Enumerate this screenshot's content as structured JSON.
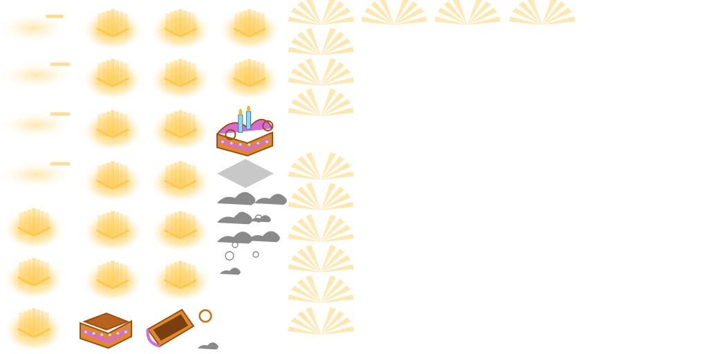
{
  "sheet": {
    "background": "#ffffff",
    "colors": {
      "glow": "#ffd36b",
      "glow_edge": "#fff3d0",
      "wood": "#e08a2c",
      "wood_dark": "#9a4f12",
      "lining": "#d86ad8",
      "candle": "#8fd8f2",
      "flame": "#ffb22a",
      "shadow": "#c8c8c8",
      "smoke": "#8a8a8a"
    },
    "sprites": [
      {
        "name": "glow-wisp-1",
        "kind": "wisp",
        "icon": "glow-wisp-icon"
      },
      {
        "name": "glow-burst-1",
        "kind": "burst",
        "icon": "glow-burst-icon"
      },
      {
        "name": "glow-burst-2",
        "kind": "burst",
        "icon": "glow-burst-icon"
      },
      {
        "name": "glow-burst-3",
        "kind": "burst",
        "icon": "glow-burst-icon"
      },
      {
        "name": "glow-wisp-2",
        "kind": "wisp",
        "icon": "glow-wisp-icon"
      },
      {
        "name": "glow-burst-4",
        "kind": "burst",
        "icon": "glow-burst-icon"
      },
      {
        "name": "glow-burst-5",
        "kind": "burst",
        "icon": "glow-burst-icon"
      },
      {
        "name": "glow-burst-6",
        "kind": "burst",
        "icon": "glow-burst-icon"
      },
      {
        "name": "glow-wisp-3",
        "kind": "wisp",
        "icon": "glow-wisp-icon"
      },
      {
        "name": "glow-burst-7",
        "kind": "burst",
        "icon": "glow-burst-icon"
      },
      {
        "name": "glow-burst-8",
        "kind": "burst",
        "icon": "glow-burst-icon"
      },
      {
        "name": "glow-wisp-4",
        "kind": "wisp",
        "icon": "glow-wisp-icon"
      },
      {
        "name": "glow-burst-9",
        "kind": "burst",
        "icon": "glow-burst-icon"
      },
      {
        "name": "glow-burst-10",
        "kind": "burst",
        "icon": "glow-burst-icon"
      },
      {
        "name": "glow-burst-11",
        "kind": "burst",
        "icon": "glow-burst-icon"
      },
      {
        "name": "glow-burst-12",
        "kind": "burst",
        "icon": "glow-burst-icon"
      },
      {
        "name": "glow-burst-13",
        "kind": "burst",
        "icon": "glow-burst-icon"
      },
      {
        "name": "glow-burst-14",
        "kind": "burst",
        "icon": "glow-burst-icon"
      },
      {
        "name": "glow-burst-15",
        "kind": "burst",
        "icon": "glow-burst-icon"
      },
      {
        "name": "glow-burst-16",
        "kind": "burst",
        "icon": "glow-burst-icon"
      },
      {
        "name": "glow-burst-17",
        "kind": "burst",
        "icon": "glow-burst-icon"
      },
      {
        "name": "cake-chest-closed",
        "kind": "chest-closed",
        "icon": "birthday-cake-chest-icon"
      },
      {
        "name": "ground-shadow",
        "kind": "shadow",
        "icon": "diamond-shadow-icon"
      },
      {
        "name": "smoke-puffs",
        "kind": "smoke",
        "icon": "smoke-puff-icon"
      },
      {
        "name": "chest-open-front",
        "kind": "chest-open",
        "icon": "open-chest-icon"
      },
      {
        "name": "chest-lid",
        "kind": "chest-lid",
        "icon": "chest-lid-icon"
      },
      {
        "name": "gold-ring",
        "kind": "ring",
        "icon": "ring-icon"
      },
      {
        "name": "smoke-wisp-small",
        "kind": "smoke-small",
        "icon": "smoke-puff-icon"
      },
      {
        "name": "rays-1",
        "kind": "rays",
        "icon": "light-rays-icon"
      },
      {
        "name": "rays-2",
        "kind": "rays",
        "icon": "light-rays-icon"
      },
      {
        "name": "rays-3",
        "kind": "rays",
        "icon": "light-rays-icon"
      },
      {
        "name": "rays-4",
        "kind": "rays",
        "icon": "light-rays-icon"
      },
      {
        "name": "rays-5",
        "kind": "rays",
        "icon": "light-rays-icon"
      },
      {
        "name": "rays-6",
        "kind": "rays",
        "icon": "light-rays-icon"
      },
      {
        "name": "rays-7",
        "kind": "rays",
        "icon": "light-rays-icon"
      },
      {
        "name": "rays-8",
        "kind": "rays",
        "icon": "light-rays-icon"
      },
      {
        "name": "rays-9",
        "kind": "rays",
        "icon": "light-rays-icon"
      },
      {
        "name": "rays-10",
        "kind": "rays",
        "icon": "light-rays-icon"
      },
      {
        "name": "rays-11",
        "kind": "rays",
        "icon": "light-rays-icon"
      },
      {
        "name": "rays-12",
        "kind": "rays",
        "icon": "light-rays-icon"
      },
      {
        "name": "rays-13",
        "kind": "rays",
        "icon": "light-rays-icon"
      },
      {
        "name": "rays-14",
        "kind": "rays",
        "icon": "light-rays-icon"
      }
    ]
  }
}
